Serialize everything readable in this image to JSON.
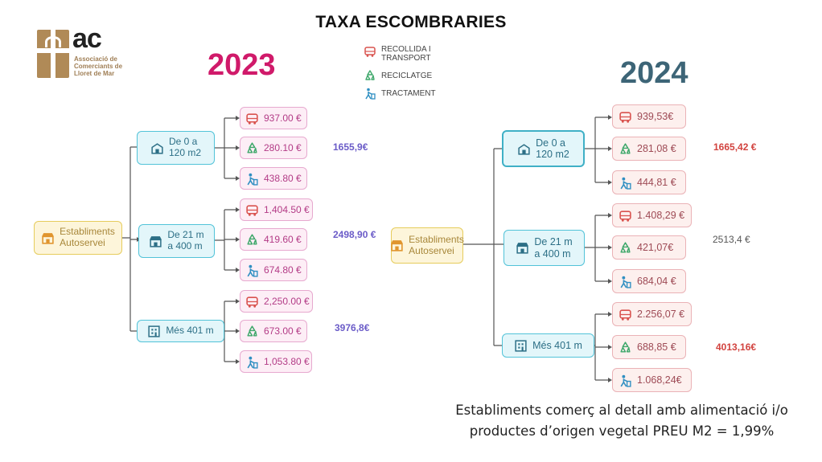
{
  "title": "TAXA ESCOMBRARIES",
  "logo": {
    "abbr": "ac",
    "subtitle": "Associació de Comerciants de Lloret de Mar"
  },
  "legend": [
    {
      "icon": "truck-icon",
      "label": "RECOLLIDA I\nTRANSPORT",
      "color": "#d9534f"
    },
    {
      "icon": "recycle-icon",
      "label": "RECICLATGE",
      "color": "#3fa86b"
    },
    {
      "icon": "treatment-icon",
      "label": "TRACTAMENT",
      "color": "#2f8fc2"
    }
  ],
  "y2023": {
    "year": "2023",
    "root": "Establiments\nAutoservei",
    "groups": [
      {
        "label": "De 0 a\n120 m2",
        "icon": "shop-icon",
        "values": [
          "937.00 €",
          "280.10 €",
          "438.80 €"
        ],
        "total": "1655,9€"
      },
      {
        "label": "De 21 m\na 400 m",
        "icon": "store-icon",
        "values": [
          "1,404.50 €",
          "419.60 €",
          "674.80 €"
        ],
        "total": "2498,90 €"
      },
      {
        "label": "Més  401 m",
        "icon": "building-icon",
        "values": [
          "2,250.00 €",
          "673.00 €",
          "1,053.80 €"
        ],
        "total": "3976,8€"
      }
    ]
  },
  "y2024": {
    "year": "2024",
    "root": "Establiments\nAutoservei",
    "groups": [
      {
        "label": "De 0 a\n120 m2",
        "icon": "shop-icon",
        "values": [
          "939,53€",
          "281,08 €",
          "444,81 €"
        ],
        "total": "1665,42 €"
      },
      {
        "label": "De 21 m\na 400 m",
        "icon": "store-icon",
        "values": [
          "1.408,29 €",
          "421,07€",
          "684,04 €"
        ],
        "total": "2513,4 €"
      },
      {
        "label": "Més  401 m",
        "icon": "building-icon",
        "values": [
          "2.256,07 €",
          "688,85 €",
          "1.068,24€"
        ],
        "total": "4013,16€"
      }
    ]
  },
  "caption": {
    "line1": "Establiments comerç al detall amb alimentació i/o",
    "line2": "productes d’origen vegetal PREU M2 = 1,99%"
  },
  "colors": {
    "year2023": "#d01a6a",
    "year2024": "#3d6577",
    "truck": "#d9534f",
    "recycle": "#3fa86b",
    "treatment": "#2f8fc2"
  }
}
